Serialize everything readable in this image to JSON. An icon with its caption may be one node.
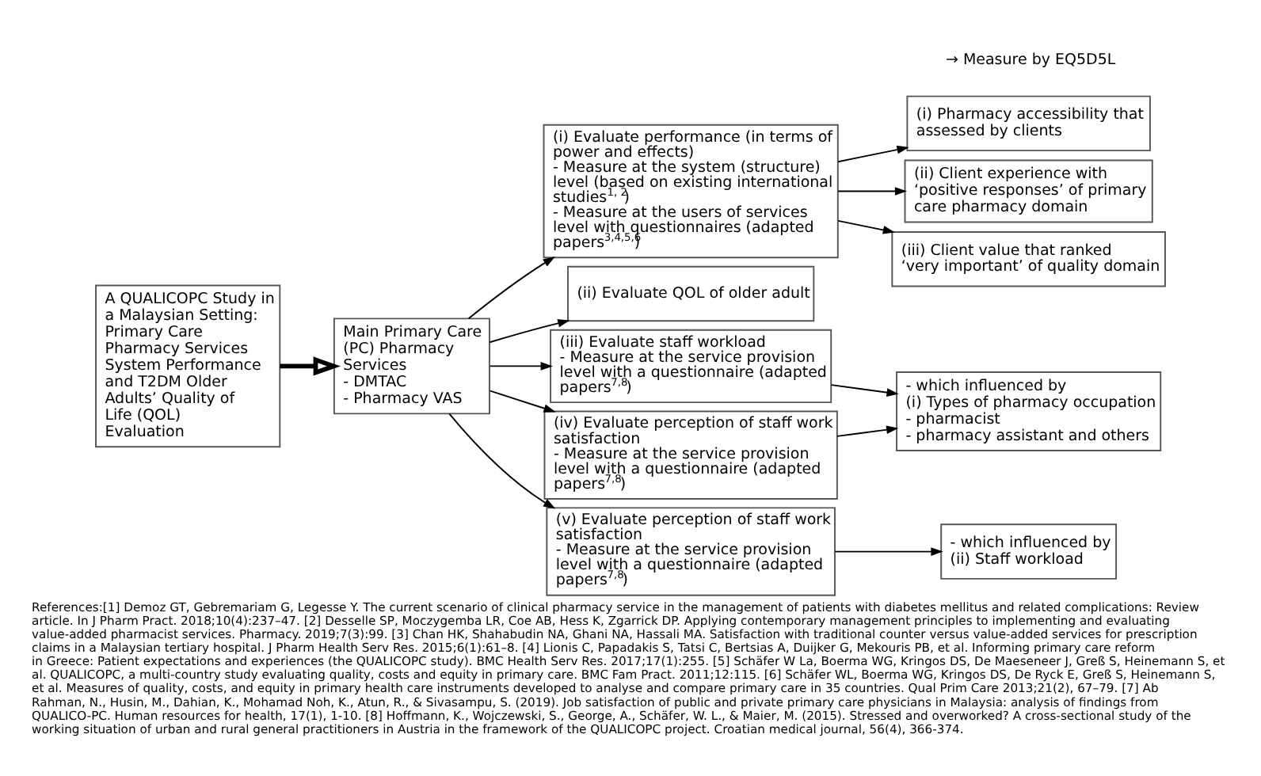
{
  "diagram": {
    "caption": "References:[1] Demoz GT, Gebremariam G, Legesse Y. The current scenario of clinical pharmacy service in the management of patients with diabetes mellitus and related complications: Review article. In J Pharm Pract. 2018;10(4):237–47. [2] Desselle SP, Moczygemba LR, Coe AB, Hess K, Zgarrick DP. Applying contemporary management principles to implementing and evaluating value-added pharmacist services. Pharmacy. 2019;7(3):99. [3] Chan HK, Shahabudin NA, Ghani NA, Hassali MA. Satisfaction with traditional counter versus value-added services for prescription claims in a Malaysian tertiary hospital. J Pharm Health Serv Res. 2015;6(1):61–8. [4] Lionis C, Papadakis S, Tatsi C, Bertsias A, Duijker G, Mekouris PB, et al. Informing primary care reform in Greece: Patient expectations and experiences (the QUALICOPC study). BMC Health Serv Res. 2017;17(1):255. [5] Schäfer W La, Boerma WG, Kringos DS, De Maeseneer J, Greß S, Heinemann S, et al. QUALICOPC, a multi-country study evaluating quality, costs and equity in primary care. BMC Fam Pract. 2011;12:115. [6] Schäfer WL, Boerma WG, Kringos DS, De Ryck E, Greß S, Heinemann S, et al. Measures of quality, costs, and equity in primary health care instruments developed to analyse and compare primary care in 35 countries. Qual Prim Care 2013;21(2), 67–79. [7] Ab Rahman, N., Husin, M., Dahian, K., Mohamad Noh, K., Atun, R., & Sivasampu, S. (2019). Job satisfaction of public and private primary care physicians in Malaysia: analysis of findings from QUALICO-PC. Human resources for health, 17(1), 1-10. [8] Hoffmann, K., Wojczewski, S., George, A., Schäfer, W. L., & Maier, M. (2015). Stressed and overworked? A cross-sectional study of the working situation of urban and rural general practitioners in Austria in the framework of the QUALICOPC project. Croatian medical journal, 56(4), 366-374.",
    "nodes": [
      {
        "text": [
          "A QUALICOPC Study in a Malaysian Setting: Primary Care Pharmacy Services System Performance and T2DM Older Adults’ Quality of Life (QOL) Evaluation"
        ]
      },
      {
        "text": [
          "Main Primary Care (PC) Pharmacy Services",
          "- DMTAC",
          "- Pharmacy VAS"
        ]
      },
      {
        "text": [
          "(i) Evaluate performance (in terms of power and effects)",
          "- Measure at the system (structure) level (based on existing international studies$^{1, 2}$)",
          "- Measure at the users of services level with questionnaires (adapted papers$^{3,4,5,6}$)"
        ]
      },
      {
        "text": [
          "(ii) Evaluate QOL of older adult"
        ]
      },
      {
        "text": [
          "(iii) Evaluate staff workload",
          "- Measure at the service provision level with a questionnaire (adapted papers$^{7,8}$)"
        ]
      },
      {
        "text": [
          "(iv) Evaluate perception of staff work satisfaction",
          "- Measure at the service provision level with a questionnaire (adapted papers$^{7,8}$)"
        ]
      },
      {
        "text": [
          "(v) Evaluate perception of staff work satisfaction",
          "- Measure at the service provision level with a questionnaire (adapted papers$^{7,8}$)"
        ]
      },
      {
        "text": [
          "(i) Pharmacy accessibility that assessed by clients"
        ]
      },
      {
        "text": [
          "(ii) Client experience with ‘positive responses’ of primary care pharmacy domain"
        ]
      },
      {
        "text": [
          "(iii) Client value that ranked ‘very important’ of quality domain"
        ]
      },
      {
        "text": [
          "→ Measure by EQ5D5L"
        ]
      },
      {
        "text": [
          "- which influenced by",
          "(i) Types of pharmacy occupation",
          "- pharmacist",
          "- pharmacy assistant and others"
        ]
      },
      {
        "text": [
          "- which influenced by",
          "(ii) Staff workload"
        ]
      }
    ],
    "edges": [
      {
        "from": 0,
        "to": 1,
        "arrow": "to",
        "style": "thick"
      },
      {
        "from": 1,
        "to": 2,
        "arrow": "to"
      },
      {
        "from": 1,
        "to": 3,
        "arrow": "to"
      },
      {
        "from": 1,
        "to": 4,
        "arrow": "to"
      },
      {
        "from": 1,
        "to": 5,
        "arrow": "to"
      },
      {
        "from": 1,
        "to": 6,
        "arrow": "to"
      },
      {
        "from": 2,
        "to": 7,
        "arrow": "to"
      },
      {
        "from": 2,
        "to": 8,
        "arrow": "to"
      },
      {
        "from": 2,
        "to": 9,
        "arrow": "to"
      },
      {
        "from": 4,
        "to": 11,
        "arrow": "to"
      },
      {
        "from": 5,
        "to": 11,
        "arrow": "to"
      },
      {
        "from": 6,
        "to": 12,
        "arrow": "to"
      }
    ]
  }
}
